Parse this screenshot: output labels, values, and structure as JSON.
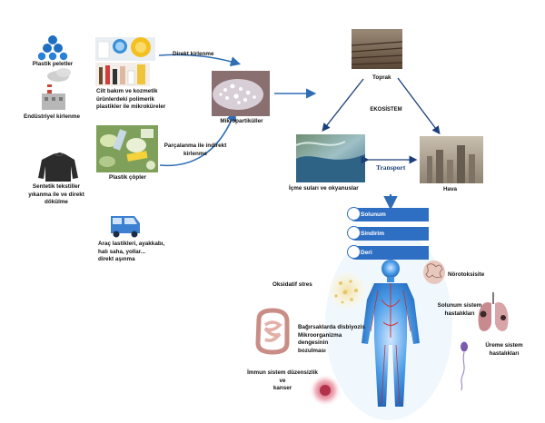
{
  "sources": {
    "plastic_pellets": "Plastik peletler",
    "industrial_pollution": "Endüstriyel kirlenme",
    "textile_lines": [
      "Sentetik tekstiller",
      "yıkanma ile ve direkt",
      "dökülme"
    ],
    "cosmetics_lines": [
      "Cilt bakım ve kozmetik",
      "ürünlerdeki polimerik",
      "plastikler ile mikroküreler"
    ],
    "plastic_waste": "Plastik çöpler",
    "tires_lines": [
      "Araç lastikleri, ayakkabı,",
      "halı saha,  yollar...",
      "direkt aşınma"
    ]
  },
  "pathways": {
    "direct": "Direkt kirlenme",
    "indirect_lines": [
      "Parçalanma ile indirekt",
      "kirlenme"
    ]
  },
  "microparticles": "Mikropartiküller",
  "ecosystem": {
    "title": "EKOSİSTEM",
    "soil": "Toprak",
    "air": "Hava",
    "water": "İçme suları ve okyanuslar",
    "transport": "Transport"
  },
  "routes": [
    "Solunum",
    "Sindirim",
    "Deri"
  ],
  "effects": {
    "oxidative": "Oksidatif stres",
    "neuro": "Nörotoksisite",
    "respiratory_lines": [
      "Solunum sistem",
      "hastalıkları"
    ],
    "gut_lines": [
      "Bağırsaklarda disbiyozis",
      "Mikroorganizma",
      "dengesinin",
      "bozulması"
    ],
    "repro_lines": [
      "Üreme  sistem",
      "hastalıkları"
    ],
    "immune_lines": [
      "İmmun sistem düzensizlik",
      "ve",
      "kanser"
    ]
  },
  "colors": {
    "route_blue": "#2e6fc4",
    "arrow_blue": "#2f6db5",
    "body_blue": "#3f8fe0"
  }
}
